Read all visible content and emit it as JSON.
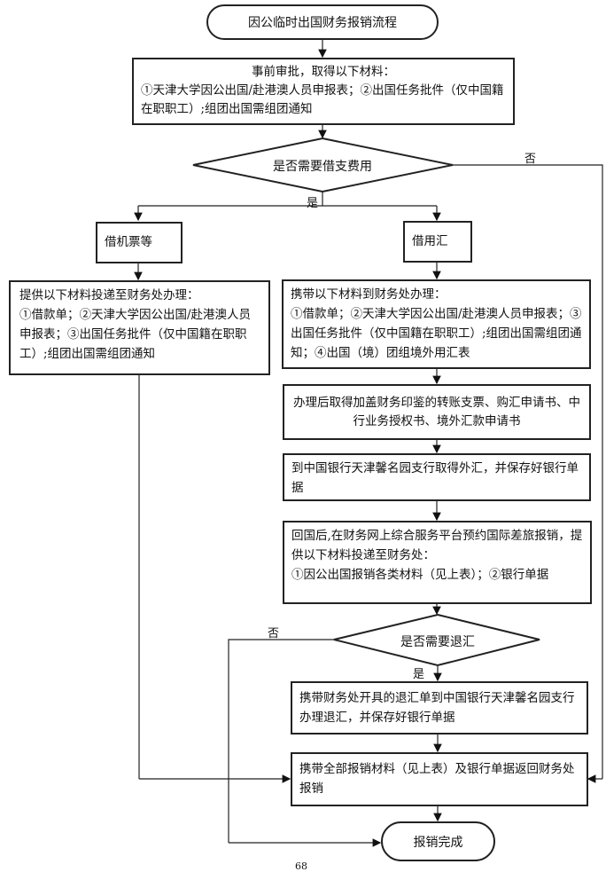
{
  "title": "因公临时出国财务报销流程",
  "steps": {
    "pre_approval": {
      "heading": "事前审批，取得以下材料：",
      "body": "①天津大学因公出国/赴港澳人员申报表；②出国任务批件（仅中国籍在职职工）;组团出国需组团通知"
    },
    "decision_borrow": "是否需要借支费用",
    "borrow_ticket": "借机票等",
    "borrow_fx": "借用汇",
    "ticket_materials": {
      "heading": "提供以下材料投递至财务处办理：",
      "body": "①借款单；②天津大学因公出国/赴港澳人员申报表；③出国任务批件（仅中国籍在职职工）;组团出国需组团通知"
    },
    "fx_materials": {
      "heading": "携带以下材料到财务处办理：",
      "body": "①借款单；②天津大学因公出国/赴港澳人员申报表；③出国任务批件（仅中国籍在职职工）;组团出国需组团通知；④出国（境）团组境外用汇表"
    },
    "after_processing": "办理后取得加盖财务印鉴的转账支票、购汇申请书、中行业务授权书、境外汇款申请书",
    "get_fx": "到中国银行天津馨名园支行取得外汇，并保存好银行单据",
    "return_home": {
      "line1": "回国后,在财务网上综合服务平台预约国际差旅报销，提供以下材料投递至财务处：",
      "line2": "①因公出国报销各类材料（见上表）；②银行单据"
    },
    "decision_refund": "是否需要退汇",
    "refund": "携带财务处开具的退汇单到中国银行天津馨名园支行办理退汇，并保存好银行单据",
    "final_submit": "携带全部报销材料（见上表）及银行单据返回财务处报销",
    "done": "报销完成"
  },
  "labels": {
    "yes": "是",
    "no": "否"
  },
  "page_number": "68"
}
